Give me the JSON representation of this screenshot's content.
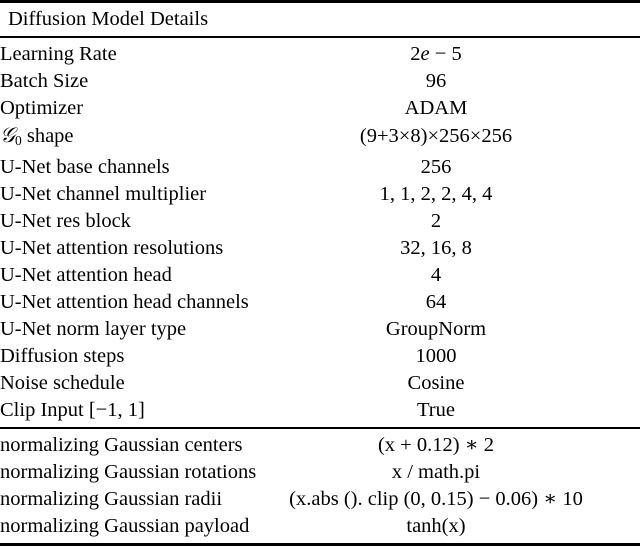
{
  "document": {
    "type": "latex-booktabs-table",
    "background": "#ffffff",
    "text_color": "#000000"
  },
  "table": {
    "header": "Diffusion Model Details",
    "blocks": [
      {
        "name": "diffusion-model-block",
        "rows": [
          {
            "key": "Learning Rate",
            "value": "2e − 5",
            "value_kind": "math"
          },
          {
            "key": "Batch Size",
            "value": "96",
            "value_kind": "number"
          },
          {
            "key": "Optimizer",
            "value": "ADAM",
            "value_kind": "text"
          },
          {
            "key": "𝒢₀ shape",
            "value": "(9+3×8)×256×256",
            "value_kind": "math",
            "key_kind": "math"
          },
          {
            "key": "U-Net base channels",
            "value": "256",
            "value_kind": "number"
          },
          {
            "key": "U-Net channel multiplier",
            "value": "1, 1, 2, 2, 4, 4",
            "value_kind": "list"
          },
          {
            "key": "U-Net res block",
            "value": "2",
            "value_kind": "number"
          },
          {
            "key": "U-Net attention resolutions",
            "value": "32, 16, 8",
            "value_kind": "list"
          },
          {
            "key": "U-Net attention head",
            "value": "4",
            "value_kind": "number"
          },
          {
            "key": "U-Net attention head channels",
            "value": "64",
            "value_kind": "number"
          },
          {
            "key": "U-Net norm layer type",
            "value": "GroupNorm",
            "value_kind": "text"
          },
          {
            "key": "Diffusion steps",
            "value": "1000",
            "value_kind": "number"
          },
          {
            "key": "Noise schedule",
            "value": "Cosine",
            "value_kind": "text"
          },
          {
            "key": "Clip Input [−1, 1]",
            "value": "True",
            "value_kind": "text",
            "key_kind": "math"
          }
        ]
      },
      {
        "name": "normalizing-gaussian-block",
        "rows": [
          {
            "key": "normalizing Gaussian centers",
            "value": "(x + 0.12) ∗ 2",
            "value_kind": "code"
          },
          {
            "key": "normalizing Gaussian rotations",
            "value": "x / math.pi",
            "value_kind": "code"
          },
          {
            "key": "normalizing Gaussian radii",
            "value": "(x.abs (). clip (0,  0.15) − 0.06) ∗ 10",
            "value_kind": "code"
          },
          {
            "key": "normalizing Gaussian payload",
            "value": "tanh(x)",
            "value_kind": "code"
          }
        ]
      }
    ]
  }
}
